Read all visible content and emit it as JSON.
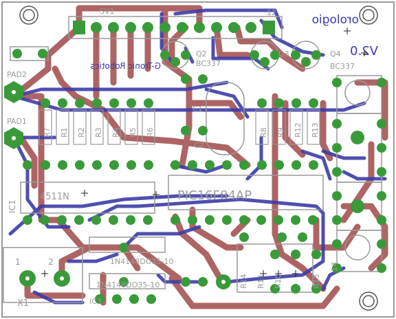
{
  "board": {
    "title": "orologio",
    "version": "V2.0",
    "brand": "G-Tronic Robotics"
  },
  "colors": {
    "background": "#ffffff",
    "top_trace": "#3c3ca8",
    "bottom_trace": "#a04a4a",
    "pad": "#3a9a3a",
    "silk": "#9a9a9a",
    "label": "#3a3ab0"
  },
  "labels": {
    "sv1": "SV1",
    "sv1_pin": "12",
    "pad2": "PAD2",
    "pad1": "PAD1",
    "q2": "Q2",
    "q3": "Q3",
    "q4": "Q4",
    "bc337_a": "BC337",
    "bc337_b": "BC337",
    "c1": "C1",
    "c2": "C2",
    "r_right": "R10",
    "r9": "R9",
    "r11": "R11",
    "ic1": "IC1",
    "ic1_part": "4511N",
    "ic2_part": "PIC16F84AP",
    "ic3": "IC3",
    "d_part_a": "1N4148DO35-10",
    "d_part_b": "1N4148DO35-10",
    "pin14": "14",
    "x1": "X1",
    "x1_pin1": "1",
    "x1_pin2": "2",
    "r15": "R15",
    "r16": "R16"
  },
  "resistor_labels": [
    "R7",
    "R1",
    "R2",
    "R3",
    "R4",
    "R5",
    "R6"
  ],
  "right_resistors": [
    "R8",
    "R9",
    "R12",
    "R13"
  ],
  "bottom_resistors": [
    "R14",
    "R11",
    "R10",
    "R15"
  ]
}
